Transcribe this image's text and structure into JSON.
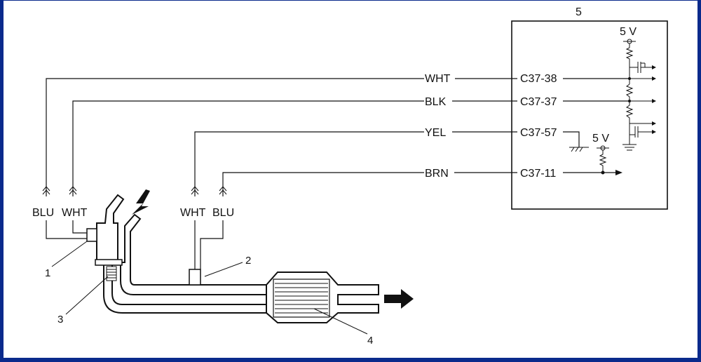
{
  "ecm": {
    "label": "5"
  },
  "supply": {
    "top": "5 V",
    "mid": "5 V"
  },
  "wires": [
    {
      "color": "WHT",
      "pin": "C37-38"
    },
    {
      "color": "BLK",
      "pin": "C37-37"
    },
    {
      "color": "YEL",
      "pin": "C37-57"
    },
    {
      "color": "BRN",
      "pin": "C37-11"
    }
  ],
  "sensor1_wires": [
    "BLU",
    "WHT"
  ],
  "sensor2_wires": [
    "WHT",
    "BLU"
  ],
  "callouts": [
    "1",
    "2",
    "3",
    "4"
  ],
  "colors": {
    "border": "#0a2a8c",
    "ink": "#111111"
  }
}
